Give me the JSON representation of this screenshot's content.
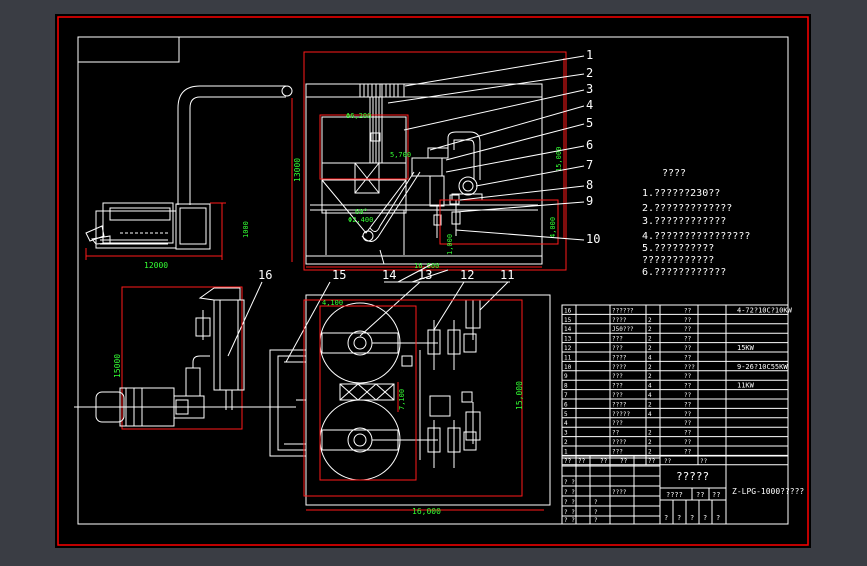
{
  "colors": {
    "background": "#000000",
    "outer_frame": "#ff0000",
    "lines": "#ffffff",
    "dimensions": "#ff0000",
    "dimension_text": "#33ff33"
  },
  "callouts": [
    "1",
    "2",
    "3",
    "4",
    "5",
    "6",
    "7",
    "8",
    "9",
    "10",
    "11",
    "12",
    "13",
    "14",
    "15",
    "16"
  ],
  "dims": {
    "d12000": "12000",
    "d1000": "1000",
    "d13000": "13000",
    "d15000_right": "15,000",
    "d4000": "4,000",
    "d1000b": "1,000",
    "d16000_top": "16,000",
    "phi6200": "Φ6,200",
    "d5700": "5,700",
    "angle60": "60°",
    "phi2400": "Φ2,400",
    "d4100": "4,100",
    "d7100": "7,100",
    "d15000_plan": "15,000",
    "d16000_plan": "16,000",
    "d15000_left": "15000"
  },
  "notes": {
    "heading": "????",
    "lines": [
      "1.??????230??",
      "2.?????????????",
      "3.????????????",
      "4.????????????????",
      "5.??????????",
      "  ????????????",
      "6.????????????"
    ]
  },
  "bom": {
    "rows": [
      {
        "no": "16",
        "name": "??????",
        "qty": "",
        "mat": "??",
        "remark": "4-72?10C?10KW"
      },
      {
        "no": "15",
        "name": "????",
        "qty": "2",
        "mat": "??",
        "remark": ""
      },
      {
        "no": "14",
        "name": "J50???",
        "qty": "2",
        "mat": "??",
        "remark": ""
      },
      {
        "no": "13",
        "name": "???",
        "qty": "2",
        "mat": "??",
        "remark": ""
      },
      {
        "no": "12",
        "name": "???",
        "qty": "2",
        "mat": "??",
        "remark": "15KW"
      },
      {
        "no": "11",
        "name": "????",
        "qty": "4",
        "mat": "??",
        "remark": ""
      },
      {
        "no": "10",
        "name": "????",
        "qty": "2",
        "mat": "???",
        "remark": "9-26?10C55KW"
      },
      {
        "no": "9",
        "name": "???",
        "qty": "2",
        "mat": "??",
        "remark": ""
      },
      {
        "no": "8",
        "name": "???",
        "qty": "4",
        "mat": "??",
        "remark": "11KW"
      },
      {
        "no": "7",
        "name": "???",
        "qty": "4",
        "mat": "??",
        "remark": ""
      },
      {
        "no": "6",
        "name": "????",
        "qty": "2",
        "mat": "??",
        "remark": ""
      },
      {
        "no": "5",
        "name": "?????",
        "qty": "4",
        "mat": "??",
        "remark": ""
      },
      {
        "no": "4",
        "name": "???",
        "qty": "",
        "mat": "??",
        "remark": ""
      },
      {
        "no": "3",
        "name": "??",
        "qty": "2",
        "mat": "??",
        "remark": ""
      },
      {
        "no": "2",
        "name": "????",
        "qty": "2",
        "mat": "??",
        "remark": ""
      },
      {
        "no": "1",
        "name": "???",
        "qty": "2",
        "mat": "??",
        "remark": ""
      }
    ],
    "header": [
      "??",
      "??",
      "??",
      "??",
      "??",
      "??",
      "??"
    ]
  },
  "title_block": {
    "title": "?????",
    "drawing_no": "Z-LPG-1000?????",
    "scale_row": [
      "????",
      "??",
      "??"
    ],
    "bottom_row": [
      "?",
      "?",
      "?",
      "?",
      "?"
    ],
    "left_cells": [
      "? ?",
      "? ?",
      "? ?",
      "? ?",
      "? ?"
    ],
    "left_labels": [
      "????",
      "?",
      "?",
      "?"
    ]
  }
}
